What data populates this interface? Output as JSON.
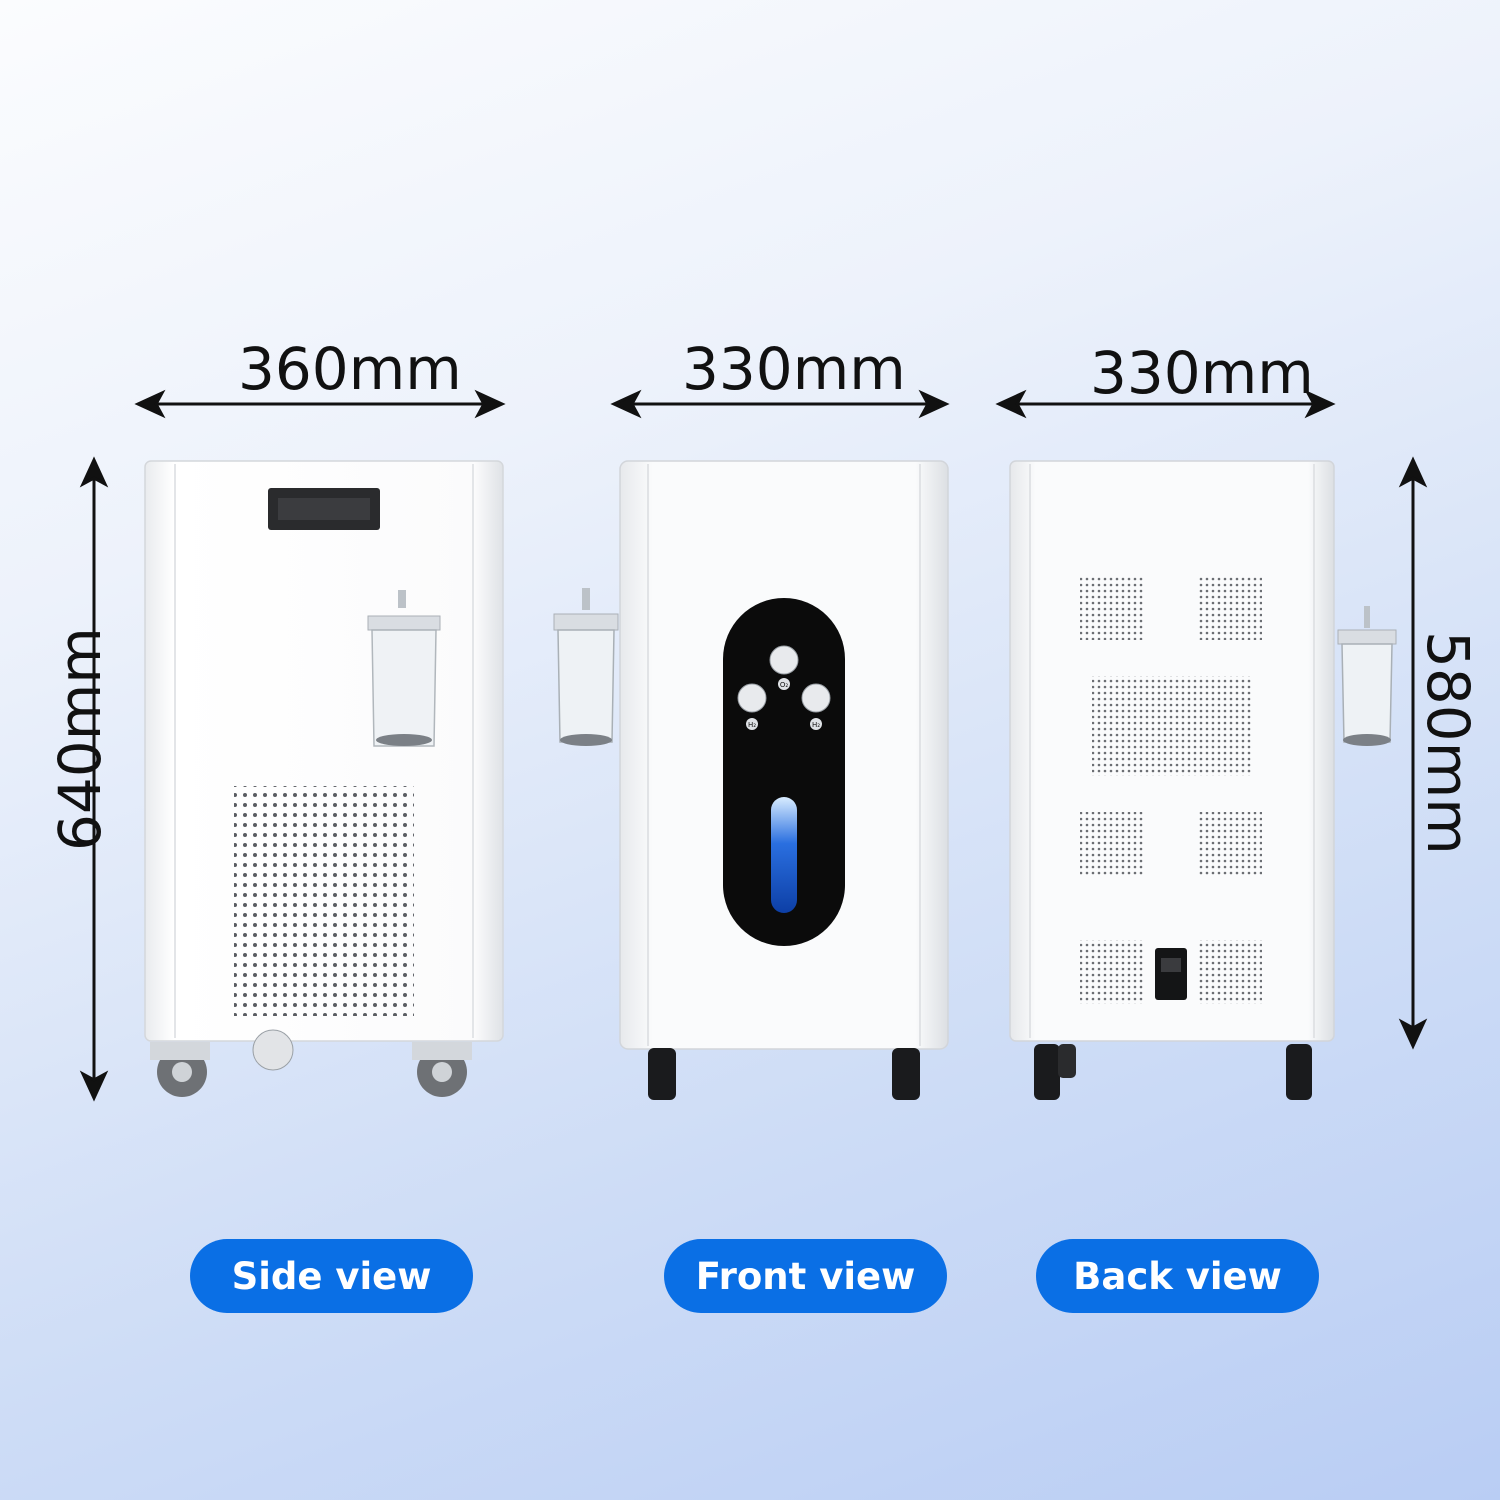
{
  "dimensions": {
    "side_width": "360mm",
    "front_width": "330mm",
    "back_width": "330mm",
    "side_height": "640mm",
    "back_height": "580mm"
  },
  "views": {
    "side": "Side view",
    "front": "Front view",
    "back": "Back view"
  },
  "panel_labels": {
    "o2": "O₂",
    "h2_left": "H₂",
    "h2_right": "H₂"
  },
  "colors": {
    "accent": "#0a6fe5",
    "unit_body": "#ffffff",
    "panel": "#0b0b0b"
  }
}
